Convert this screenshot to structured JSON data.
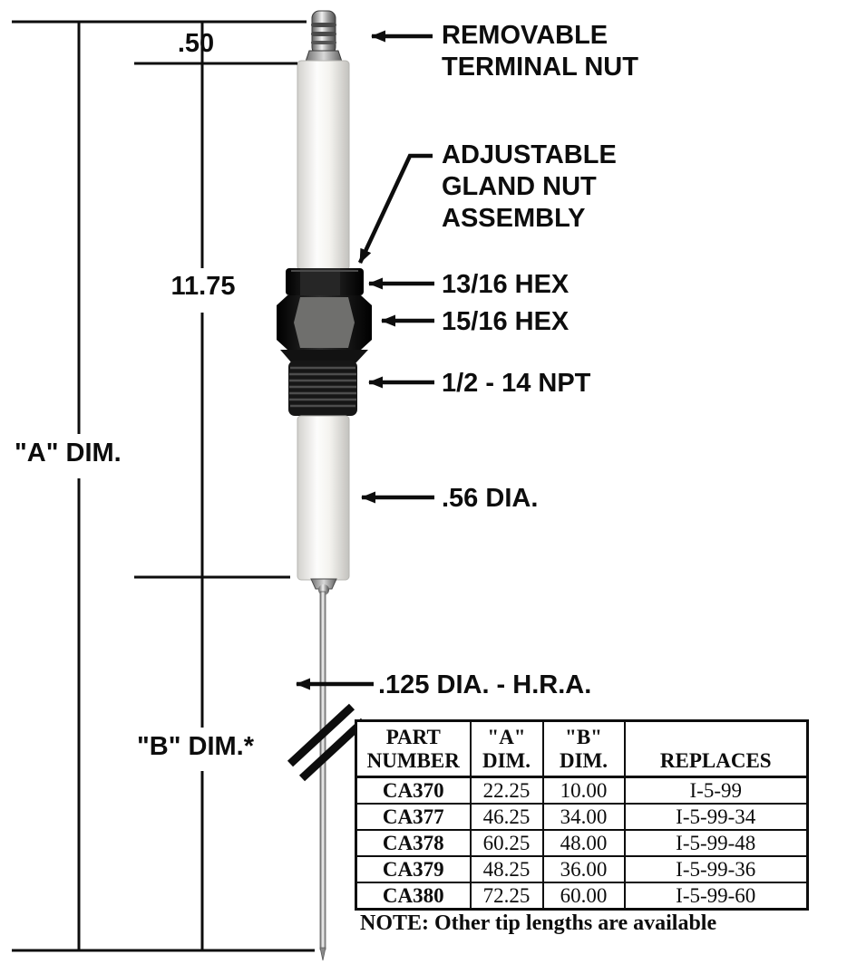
{
  "diagram": {
    "title": "igniter-electrode-dimension-diagram",
    "colors": {
      "ink": "#0d0d0d",
      "background": "#ffffff",
      "ceramic": "#f3f2ee",
      "gland_nut": "#1a1a1a",
      "metal": "#9c9c9c"
    },
    "dimensions": {
      "top_nut_height": ".50",
      "body_length": "11.75",
      "a_dim": "\"A\" DIM.",
      "b_dim": "\"B\" DIM.*"
    },
    "callouts": {
      "terminal_nut": "REMOVABLE\nTERMINAL NUT",
      "gland_assembly": "ADJUSTABLE\nGLAND NUT\nASSEMBLY",
      "hex_small": "13/16 HEX",
      "hex_large": "15/16 HEX",
      "thread": "1/2 - 14 NPT",
      "body_diameter": ".56 DIA.",
      "rod_diameter": ".125 DIA. - H.R.A."
    }
  },
  "table": {
    "headers": {
      "part_number": "PART\nNUMBER",
      "a_dim": "\"A\"\nDIM.",
      "b_dim": "\"B\"\nDIM.",
      "replaces": "REPLACES"
    },
    "rows": [
      {
        "part": "CA370",
        "a": "22.25",
        "b": "10.00",
        "replaces": "I-5-99"
      },
      {
        "part": "CA377",
        "a": "46.25",
        "b": "34.00",
        "replaces": "I-5-99-34"
      },
      {
        "part": "CA378",
        "a": "60.25",
        "b": "48.00",
        "replaces": "I-5-99-48"
      },
      {
        "part": "CA379",
        "a": "48.25",
        "b": "36.00",
        "replaces": "I-5-99-36"
      },
      {
        "part": "CA380",
        "a": "72.25",
        "b": "60.00",
        "replaces": "I-5-99-60"
      }
    ]
  },
  "note": "NOTE: Other tip lengths are available"
}
